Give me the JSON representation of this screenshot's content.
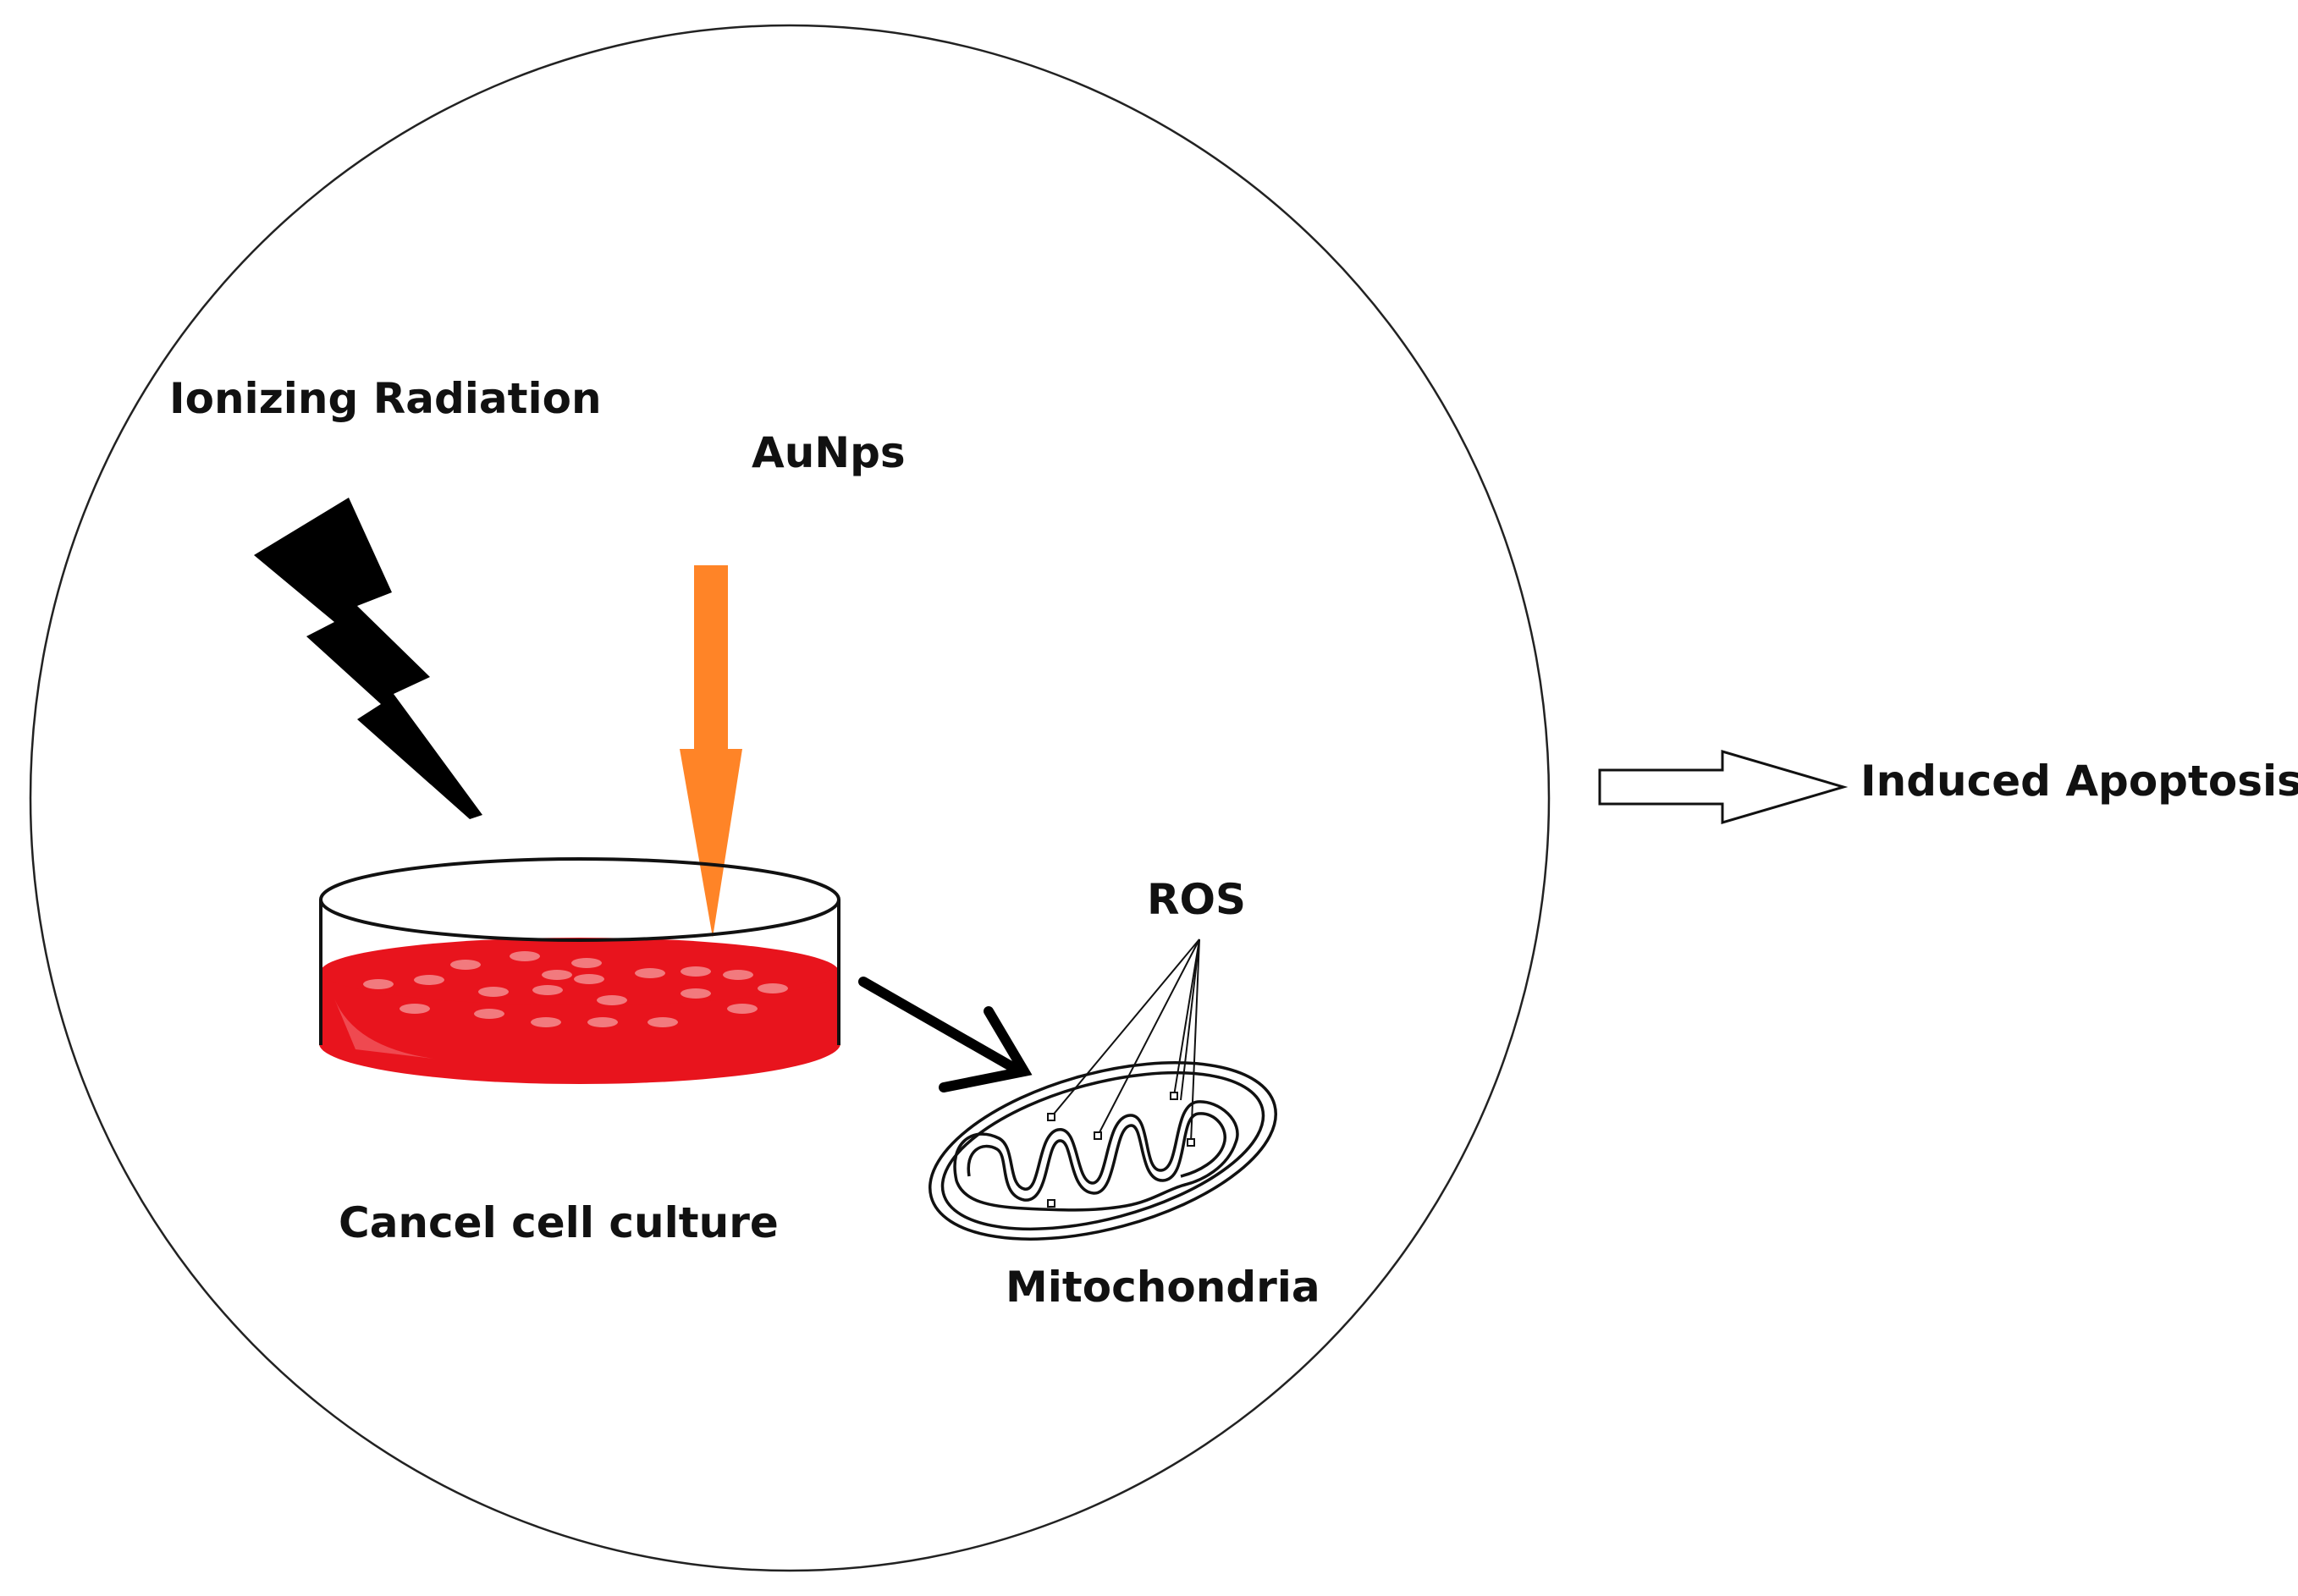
{
  "labels": {
    "ionizing_radiation": "Ionizing Radiation",
    "aunps": "AuNps",
    "ros": "ROS",
    "cell_culture": "Cancel cell culture",
    "mitochondria": "Mitochondria",
    "outcome": "Induced Apoptosis"
  },
  "colors": {
    "aunps_arrow": "#FF8427",
    "culture_medium": "#E8141D",
    "cells": "#F27A7E",
    "lightning": "#000000"
  }
}
